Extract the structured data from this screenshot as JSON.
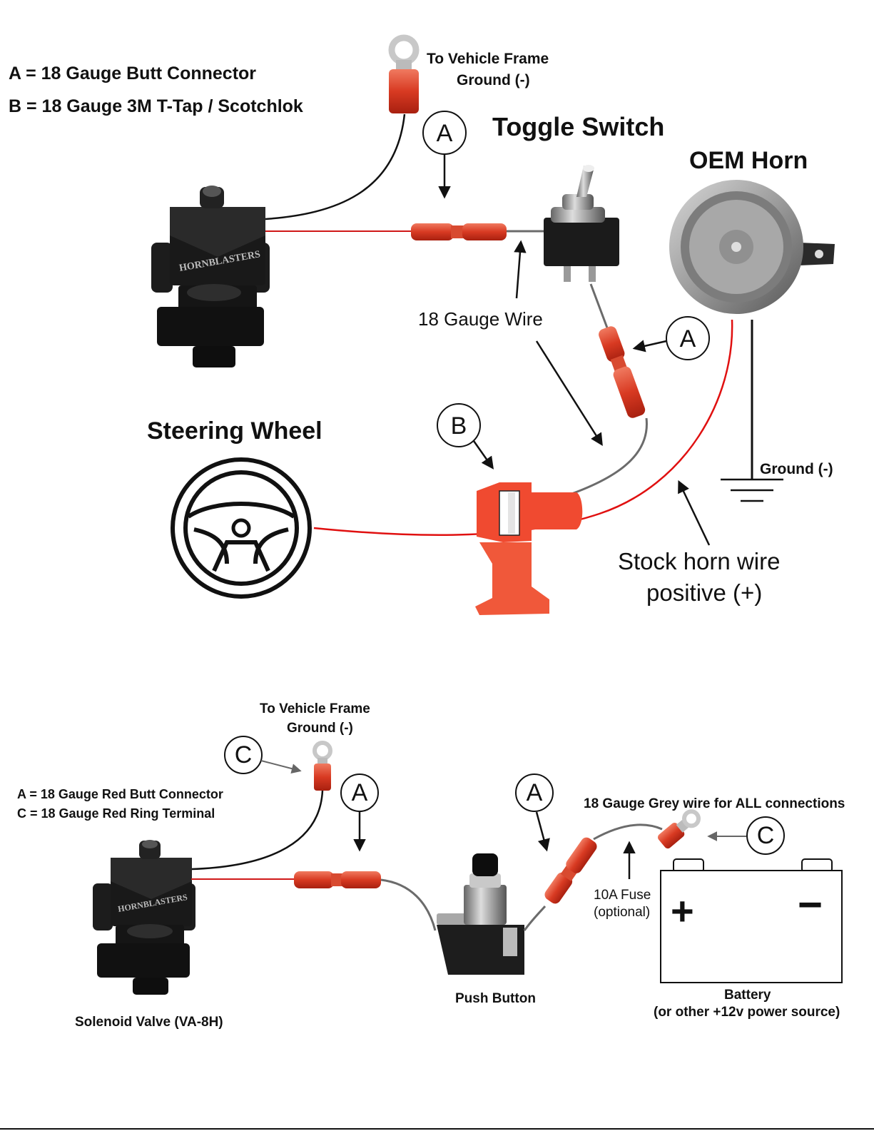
{
  "top": {
    "legend": [
      "A = 18 Gauge Butt Connector",
      "B = 18 Gauge 3M T-Tap / Scotchlok"
    ],
    "ground_label": [
      "To Vehicle Frame",
      "Ground (-)"
    ],
    "toggle_switch": "Toggle Switch",
    "oem_horn": "OEM Horn",
    "wire_label": "18 Gauge Wire",
    "steering_wheel": "Steering Wheel",
    "ground": "Ground (-)",
    "stock_horn": [
      "Stock horn wire",
      "positive (+)"
    ],
    "valve_brand": "HORNBLASTERS",
    "callouts": [
      "A",
      "A",
      "B"
    ]
  },
  "bottom": {
    "ground_label": [
      "To Vehicle Frame",
      "Ground (-)"
    ],
    "legend": [
      "A = 18 Gauge Red Butt Connector",
      "C = 18 Gauge Red Ring Terminal"
    ],
    "grey_wire": "18 Gauge Grey wire for ALL connections",
    "fuse": [
      "10A Fuse",
      "(optional)"
    ],
    "battery_plus": "+",
    "battery_minus": "−",
    "push_button": "Push Button",
    "solenoid": "Solenoid Valve (VA-8H)",
    "battery": [
      "Battery",
      "(or other +12v power source)"
    ],
    "valve_brand": "HORNBLASTERS",
    "callouts": [
      "C",
      "A",
      "A",
      "C"
    ]
  },
  "colors": {
    "wire_red": "#e01010",
    "connector_red": "#e0402a",
    "wire_grey": "#6b6b6b",
    "ttap_red": "#f04a30"
  }
}
